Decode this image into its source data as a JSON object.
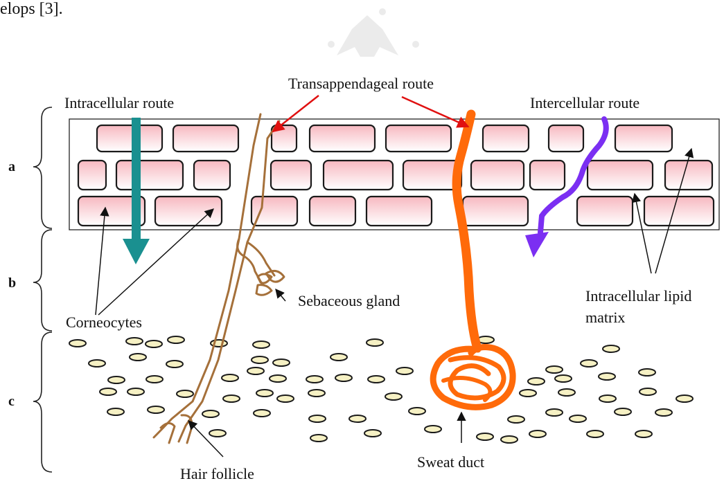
{
  "caption_fragment": "elops [3].",
  "labels": {
    "intracellular_route": "Intracellular route",
    "transappendageal_route": "Transappendageal route",
    "intercellular_route": "Intercellular route",
    "sebaceous_gland": "Sebaceous gland",
    "corneocytes": "Corneocytes",
    "lipid_matrix_line1": "Intracellular lipid",
    "lipid_matrix_line2": "matrix",
    "hair_follicle": "Hair follicle",
    "sweat_duct": "Sweat duct"
  },
  "sections": [
    "a",
    "b",
    "c"
  ],
  "colors": {
    "cell_border": "#1a1a1a",
    "cell_fill_top": "#f7b8c0",
    "cell_fill_bottom": "#ffffff",
    "intracellular_arrow": "#1a9090",
    "intercellular_arrow": "#7b2ff2",
    "sweat_duct": "#ff6a0a",
    "hair_follicle": "#a5703a",
    "pointer_arrow_red": "#e01010",
    "ellipse_fill": "#f6f1c4",
    "watermark": "#e9e9e9"
  }
}
